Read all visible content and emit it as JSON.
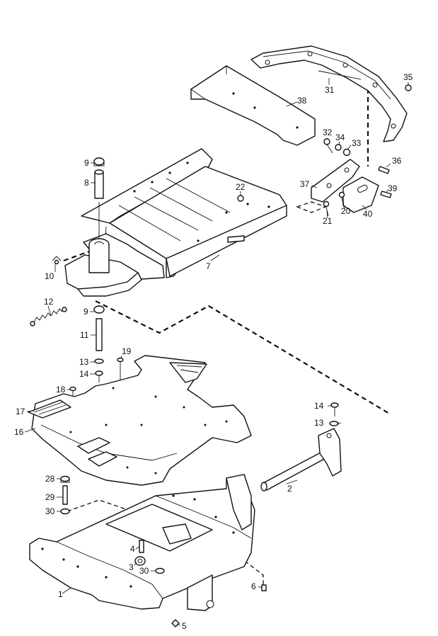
{
  "callouts": [
    {
      "label": "1"
    },
    {
      "label": "2"
    },
    {
      "label": "3"
    },
    {
      "label": "4"
    },
    {
      "label": "5"
    },
    {
      "label": "6"
    },
    {
      "label": "7"
    },
    {
      "label": "8"
    },
    {
      "label": "9"
    },
    {
      "label": "9"
    },
    {
      "label": "10"
    },
    {
      "label": "11"
    },
    {
      "label": "12"
    },
    {
      "label": "13"
    },
    {
      "label": "13"
    },
    {
      "label": "14"
    },
    {
      "label": "14"
    },
    {
      "label": "16"
    },
    {
      "label": "17"
    },
    {
      "label": "18"
    },
    {
      "label": "19"
    },
    {
      "label": "20"
    },
    {
      "label": "21"
    },
    {
      "label": "22"
    },
    {
      "label": "28"
    },
    {
      "label": "29"
    },
    {
      "label": "30"
    },
    {
      "label": "30"
    },
    {
      "label": "31"
    },
    {
      "label": "32"
    },
    {
      "label": "33"
    },
    {
      "label": "34"
    },
    {
      "label": "35"
    },
    {
      "label": "36"
    },
    {
      "label": "37"
    },
    {
      "label": "38"
    },
    {
      "label": "39"
    },
    {
      "label": "40"
    }
  ],
  "colors": {
    "ink": "#111111",
    "paper": "#ffffff"
  }
}
